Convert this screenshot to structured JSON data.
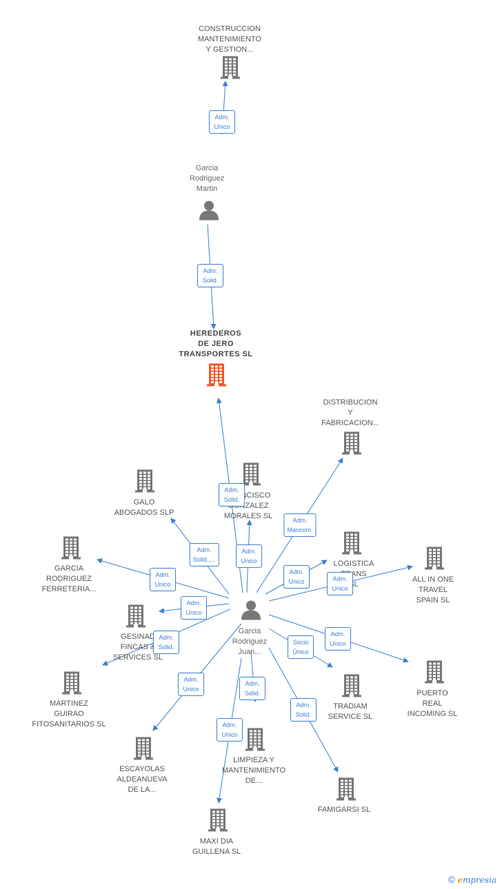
{
  "colors": {
    "edge": "#3b7fd0",
    "building": "#777777",
    "building_main": "#f0562f",
    "person": "#777777"
  },
  "nodes": [
    {
      "id": "construccion",
      "type": "company",
      "label": "CONSTRUCCION\nMANTENIMIENTO\nY GESTION..."
    },
    {
      "id": "garcia_martin",
      "type": "person",
      "label": "Garcia\nRodriguez\nMartin"
    },
    {
      "id": "herederos",
      "type": "company_main",
      "label": "HEREDEROS\nDE JERO\nTRANSPORTES SL"
    },
    {
      "id": "distribucion",
      "type": "company",
      "label": "DISTRIBUCION\nY\nFABRICACION..."
    },
    {
      "id": "galo",
      "type": "company",
      "label": "GALO\nABOGADOS SLP"
    },
    {
      "id": "francisco",
      "type": "company",
      "label": "FRANCISCO\nGONZALEZ\nMORALES SL"
    },
    {
      "id": "garcia_ferreteria",
      "type": "company",
      "label": "GARCIA\nRODRIGUEZ\nFERRETERIA..."
    },
    {
      "id": "logistica",
      "type": "company",
      "label": "LOGISTICA\nTRANS\nSL"
    },
    {
      "id": "allinone",
      "type": "company",
      "label": "ALL IN ONE\nTRAVEL\nSPAIN SL"
    },
    {
      "id": "gesinad",
      "type": "company",
      "label": "GESINAD\nFINCAS &\nSERVICES SL"
    },
    {
      "id": "garcia_juan",
      "type": "person",
      "label": "Garcia\nRodriguez\nJuan..."
    },
    {
      "id": "martinez",
      "type": "company",
      "label": "MARTINEZ\nGUIRAO\nFITOSANITARIOS SL"
    },
    {
      "id": "puerto",
      "type": "company",
      "label": "PUERTO\nREAL\nINCOMING SL"
    },
    {
      "id": "tradiam",
      "type": "company",
      "label": "TRADIAM\nSERVICE SL"
    },
    {
      "id": "escayolas",
      "type": "company",
      "label": "ESCAYOLAS\nALDEANUEVA\nDE LA..."
    },
    {
      "id": "limpieza",
      "type": "company",
      "label": "LIMPIEZA Y\nMANTENIMIENTO\nDE..."
    },
    {
      "id": "famigarsi",
      "type": "company",
      "label": "FAMIGARSI SL"
    },
    {
      "id": "maxidia",
      "type": "company",
      "label": "MAXI DIA\nGUILLENA SL"
    }
  ],
  "edges": [
    {
      "from": "garcia_martin",
      "to": "construccion",
      "label": "Adm.\nUnico"
    },
    {
      "from": "garcia_martin",
      "to": "herederos",
      "label": "Adm.\nSolid."
    },
    {
      "from": "garcia_juan",
      "to": "herederos",
      "label": "Adm.\nSolid."
    },
    {
      "from": "garcia_juan",
      "to": "distribucion",
      "label": "Adm.\nMancom."
    },
    {
      "from": "garcia_juan",
      "to": "galo",
      "label": "Adm.\nSolid.,..."
    },
    {
      "from": "garcia_juan",
      "to": "francisco",
      "label": "Adm.\nUnico"
    },
    {
      "from": "garcia_juan",
      "to": "garcia_ferreteria",
      "label": "Adm.\nUnico"
    },
    {
      "from": "garcia_juan",
      "to": "logistica",
      "label": "Adm.\nUnico"
    },
    {
      "from": "garcia_juan",
      "to": "allinone",
      "label": "Adm.\nUnico"
    },
    {
      "from": "garcia_juan",
      "to": "gesinad",
      "label": "Adm.\nUnico"
    },
    {
      "from": "garcia_juan",
      "to": "martinez",
      "label": "Adm.\nSolid."
    },
    {
      "from": "garcia_juan",
      "to": "puerto",
      "label": "Adm.\nUnico"
    },
    {
      "from": "garcia_juan",
      "to": "tradiam",
      "label": "Socio\nÚnico"
    },
    {
      "from": "garcia_juan",
      "to": "escayolas",
      "label": "Adm.\nUnico"
    },
    {
      "from": "garcia_juan",
      "to": "limpieza",
      "label": "Adm.\nSolid."
    },
    {
      "from": "garcia_juan",
      "to": "famigarsi",
      "label": "Adm.\nSolid."
    },
    {
      "from": "garcia_juan",
      "to": "maxidia",
      "label": "Adm.\nUnico"
    }
  ],
  "footer": {
    "copyright": "©",
    "brand_initial": "e",
    "brand_rest": "mpresia"
  }
}
